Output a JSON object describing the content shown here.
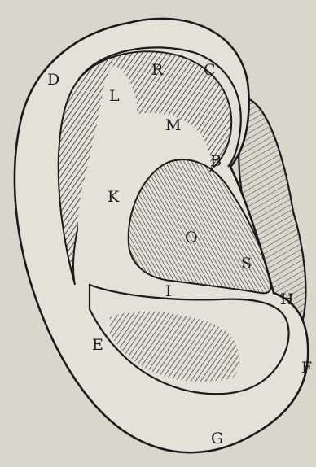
{
  "figure": {
    "background": "#d9d6cc",
    "ink": "#1b1b1b",
    "labels": {
      "D": "D",
      "R": "R",
      "C": "C",
      "L": "L",
      "M": "M",
      "B": "B",
      "K": "K",
      "O": "O",
      "S": "S",
      "I": "I",
      "H": "H",
      "E": "E",
      "F": "F",
      "G": "G"
    }
  }
}
